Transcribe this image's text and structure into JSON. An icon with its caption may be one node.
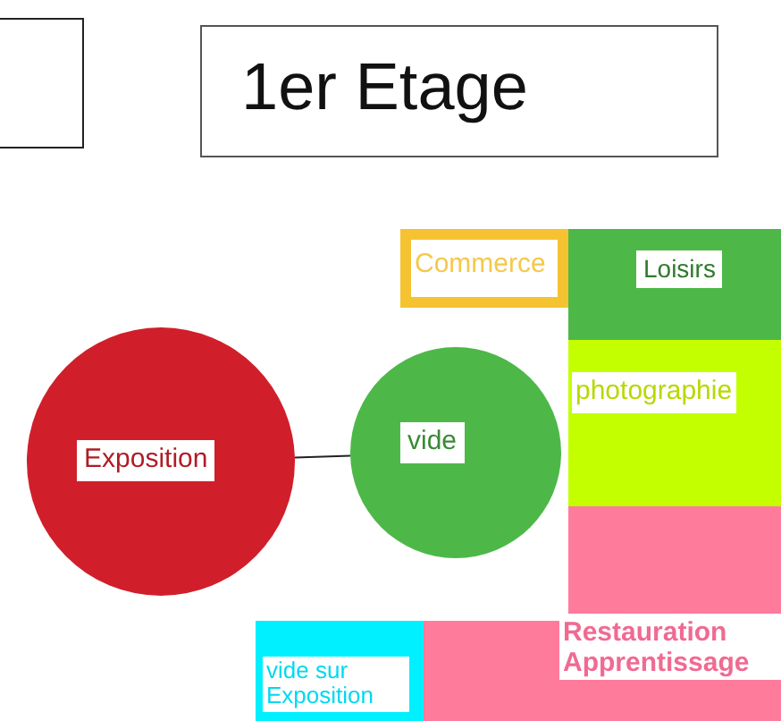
{
  "diagram": {
    "nodes": [
      {
        "text": [],
        "shape": "box"
      },
      {
        "text": [
          "1er Etage"
        ]
      },
      {
        "text": [
          "Commerce"
        ]
      },
      {
        "text": [
          "Loisirs"
        ]
      },
      {
        "text": [
          "photographie"
        ]
      },
      {
        "text": [],
        "shape": "box"
      },
      {
        "text": [
          "Exposition"
        ]
      },
      {
        "text": [
          "vide"
        ]
      },
      {
        "text": [
          "vide sur Exposition"
        ]
      },
      {
        "text": [
          "Restauration Apprentissage"
        ]
      }
    ],
    "edges": [
      {
        "from": 6,
        "to": 7,
        "arrow": "none"
      }
    ]
  }
}
